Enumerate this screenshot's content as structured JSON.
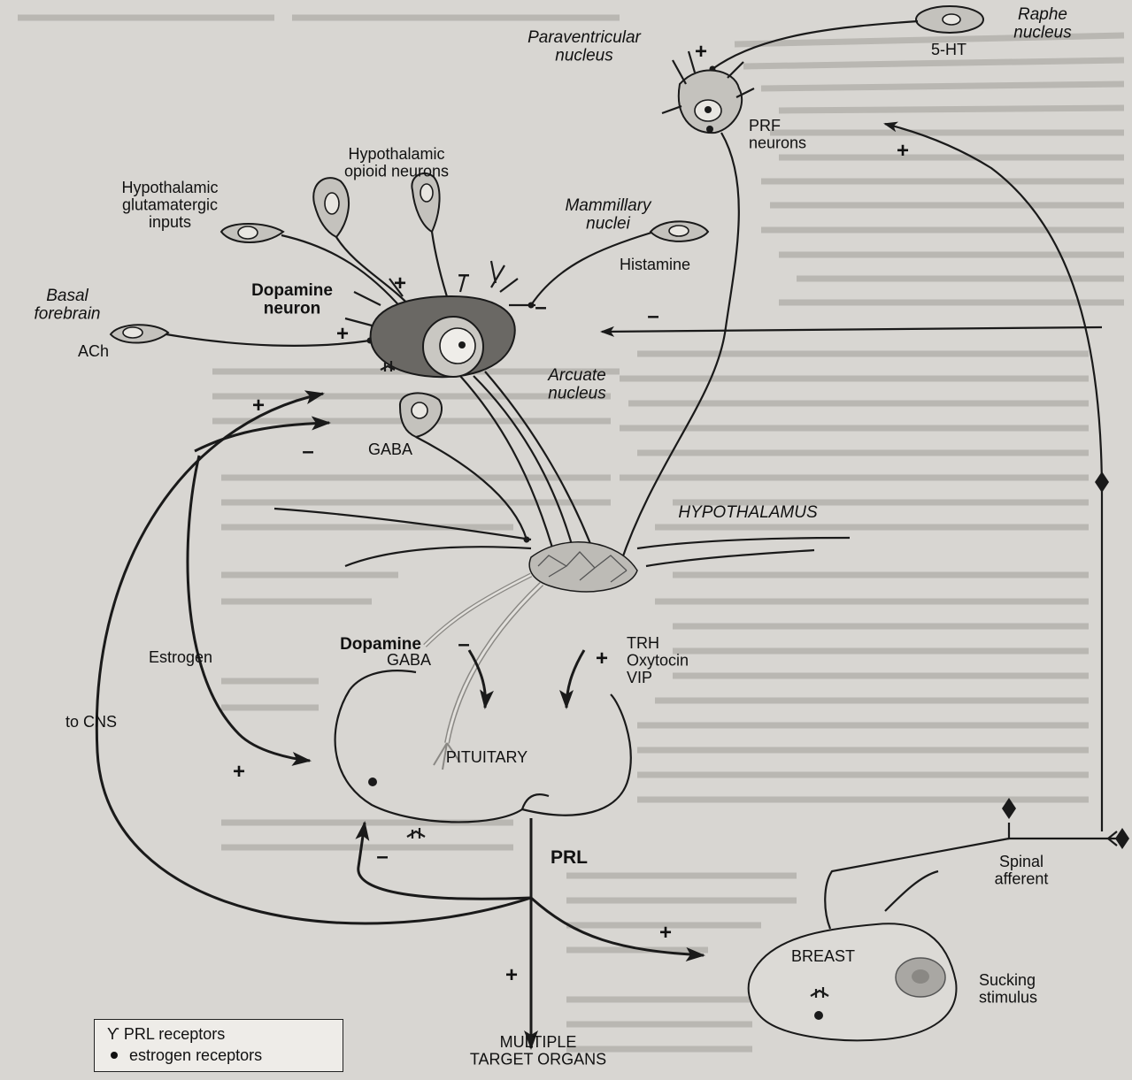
{
  "labels": {
    "raphe": "Raphe\nnucleus",
    "ht5": "5-HT",
    "paraventricular": "Paraventricular\nnucleus",
    "prf": "PRF\nneurons",
    "hyp_opioid": "Hypothalamic\nopioid neurons",
    "hyp_glut": "Hypothalamic\nglutamatergic\ninputs",
    "mammillary": "Mammillary\nnuclei",
    "histamine": "Histamine",
    "basal_forebrain": "Basal\nforebrain",
    "dopamine_neuron": "Dopamine\nneuron",
    "ach": "ACh",
    "arcuate": "Arcuate\nnucleus",
    "gaba": "GABA",
    "hypothalamus": "HYPOTHALAMUS",
    "dopamine_gaba_1": "Dopamine",
    "dopamine_gaba_2": "GABA",
    "trh": "TRH\nOxytocin\nVIP",
    "estrogen": "Estrogen",
    "to_cns": "to CNS",
    "pituitary": "PITUITARY",
    "prl": "PRL",
    "spinal_afferent": "Spinal\nafferent",
    "breast": "BREAST",
    "sucking": "Sucking\nstimulus",
    "multiple_targets": "MULTIPLE\nTARGET ORGANS"
  },
  "signs": {
    "ht5_plus": "+",
    "prf_plus": "+",
    "opioid_plus": "+",
    "opioid_minus": "–",
    "hist_minus": "–",
    "ach_plus": "+",
    "prf_to_da_minus": "–",
    "cns_plus": "+",
    "estrogen_minus": "–",
    "da_minus": "–",
    "trh_plus": "+",
    "estrogen_pit_plus": "+",
    "prl_feedback_minus": "–",
    "breast_plus": "+",
    "target_plus": "+"
  },
  "legend": {
    "prl_receptors": "PRL receptors",
    "estrogen_receptors": "estrogen receptors"
  }
}
